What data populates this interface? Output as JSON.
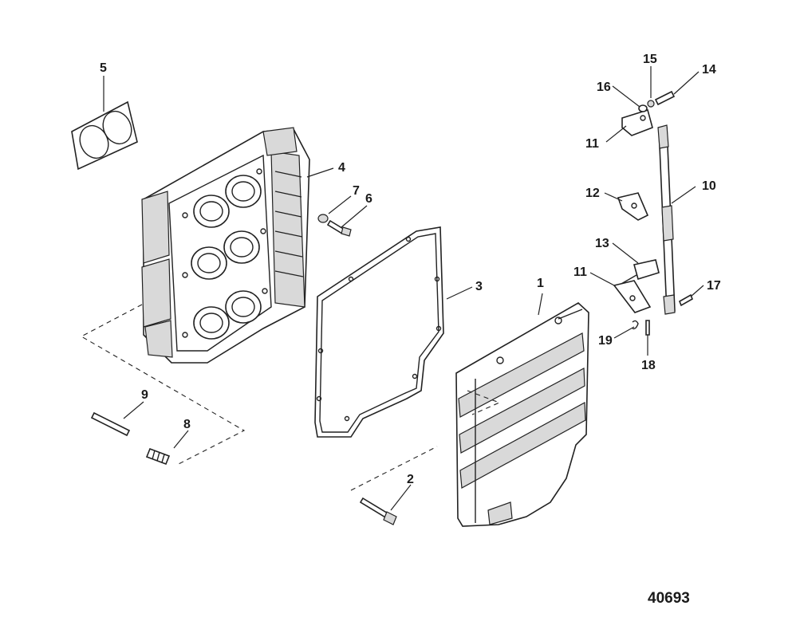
{
  "figure_number": "40693",
  "callouts": [
    {
      "id": "c1",
      "text": "1"
    },
    {
      "id": "c2",
      "text": "2"
    },
    {
      "id": "c3",
      "text": "3"
    },
    {
      "id": "c4",
      "text": "4"
    },
    {
      "id": "c5",
      "text": "5"
    },
    {
      "id": "c6",
      "text": "6"
    },
    {
      "id": "c7",
      "text": "7"
    },
    {
      "id": "c8",
      "text": "8"
    },
    {
      "id": "c9",
      "text": "9"
    },
    {
      "id": "c10",
      "text": "10"
    },
    {
      "id": "c11a",
      "text": "11"
    },
    {
      "id": "c11b",
      "text": "11"
    },
    {
      "id": "c12",
      "text": "12"
    },
    {
      "id": "c13",
      "text": "13"
    },
    {
      "id": "c14",
      "text": "14"
    },
    {
      "id": "c15",
      "text": "15"
    },
    {
      "id": "c16",
      "text": "16"
    },
    {
      "id": "c17",
      "text": "17"
    },
    {
      "id": "c18",
      "text": "18"
    },
    {
      "id": "c19",
      "text": "19"
    }
  ]
}
